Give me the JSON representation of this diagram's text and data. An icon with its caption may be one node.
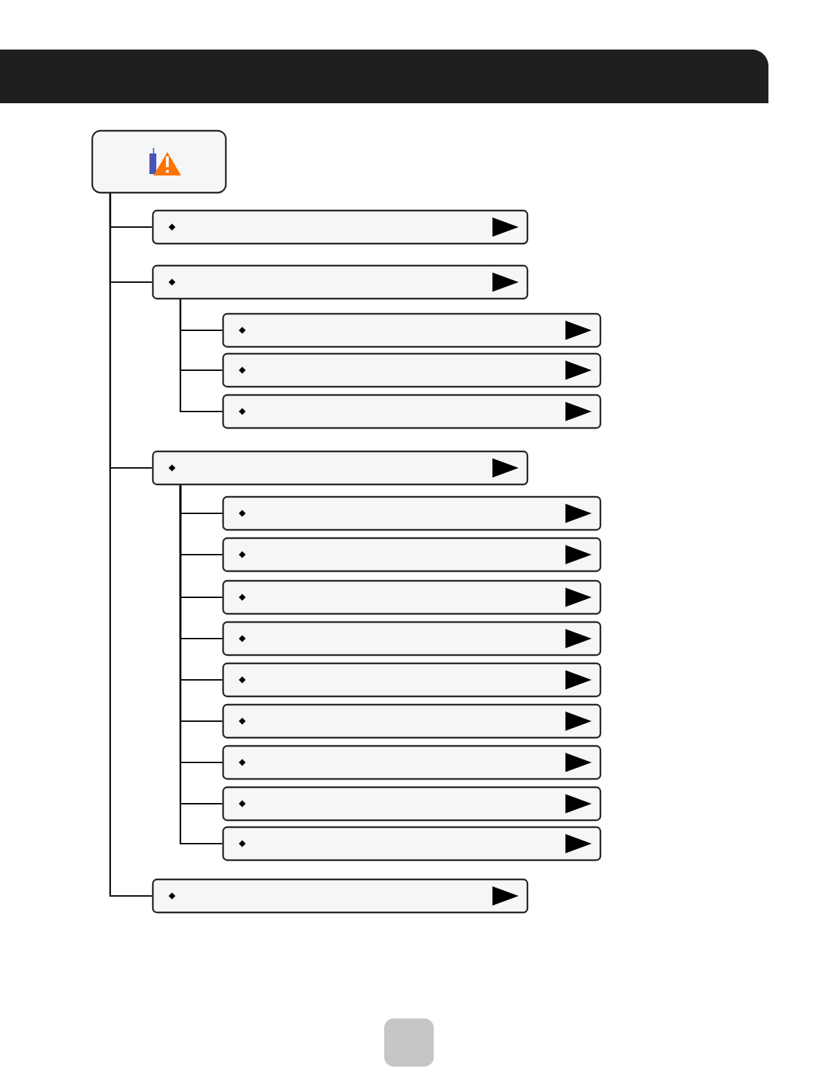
{
  "diagram": {
    "nodes": [
      {
        "text": [],
        "shape": "box"
      },
      {
        "text": [],
        "shape": "box"
      },
      {
        "text": [],
        "shape": "box"
      },
      {
        "text": [],
        "shape": "box"
      },
      {
        "text": [],
        "shape": "box"
      },
      {
        "text": [],
        "shape": "box"
      },
      {
        "text": [],
        "shape": "box"
      },
      {
        "text": [],
        "shape": "box"
      },
      {
        "text": [],
        "shape": "box"
      },
      {
        "text": [],
        "shape": "box"
      },
      {
        "text": [],
        "shape": "box"
      },
      {
        "text": [],
        "shape": "box"
      },
      {
        "text": [],
        "shape": "box"
      },
      {
        "text": [],
        "shape": "box"
      },
      {
        "text": [],
        "shape": "box"
      },
      {
        "text": [],
        "shape": "box"
      },
      {
        "text": [],
        "shape": "box"
      }
    ],
    "edges": [
      {
        "from": 0,
        "to": 1,
        "arrow": "none"
      },
      {
        "from": 0,
        "to": 2,
        "arrow": "none"
      },
      {
        "from": 2,
        "to": 3,
        "arrow": "none"
      },
      {
        "from": 2,
        "to": 4,
        "arrow": "none"
      },
      {
        "from": 2,
        "to": 5,
        "arrow": "none"
      },
      {
        "from": 0,
        "to": 6,
        "arrow": "none"
      },
      {
        "from": 6,
        "to": 7,
        "arrow": "none"
      },
      {
        "from": 6,
        "to": 8,
        "arrow": "none"
      },
      {
        "from": 6,
        "to": 9,
        "arrow": "none"
      },
      {
        "from": 6,
        "to": 10,
        "arrow": "none"
      },
      {
        "from": 6,
        "to": 11,
        "arrow": "none"
      },
      {
        "from": 6,
        "to": 12,
        "arrow": "none"
      },
      {
        "from": 6,
        "to": 13,
        "arrow": "none"
      },
      {
        "from": 6,
        "to": 14,
        "arrow": "none"
      },
      {
        "from": 6,
        "to": 15,
        "arrow": "none"
      },
      {
        "from": 0,
        "to": 16,
        "arrow": "none"
      }
    ]
  }
}
